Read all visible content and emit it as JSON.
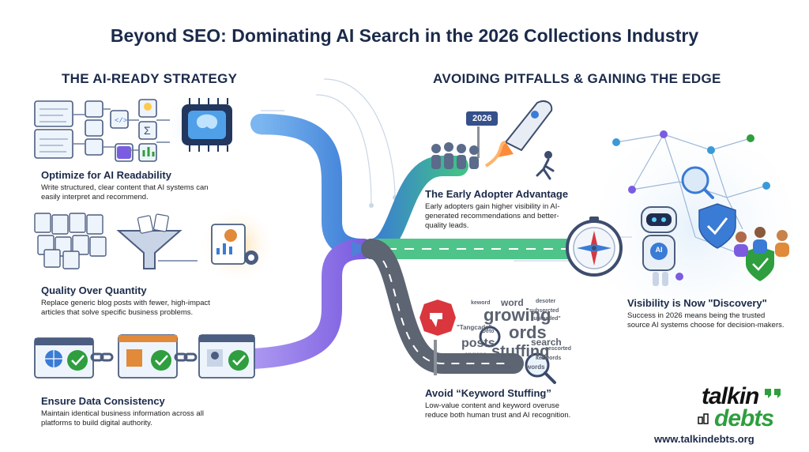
{
  "title": "Beyond SEO: Dominating AI Search in the 2026 Collections Industry",
  "left_heading": "THE AI-READY STRATEGY",
  "right_heading": "AVOIDING PITFALLS & GAINING THE EDGE",
  "strategies": [
    {
      "title": "Optimize for AI Readability",
      "body": "Write structured, clear content that AI systems can easily interpret and recommend."
    },
    {
      "title": "Quality Over Quantity",
      "body": "Replace generic blog posts with fewer, high-impact articles that solve specific business problems."
    },
    {
      "title": "Ensure Data Consistency",
      "body": "Maintain identical business information across all platforms to build digital authority."
    }
  ],
  "early": {
    "badge": "2026",
    "title": "The Early Adopter Advantage",
    "body": "Early adopters gain higher visibility in AI-generated recommendations and better-quality leads."
  },
  "discovery": {
    "title": "Visibility is Now \"Discovery\"",
    "body": "Success in 2026 means being the trusted source AI systems choose for decision-makers.",
    "robot_label": "AI"
  },
  "stuffing": {
    "title": "Avoid “Keyword Stuffing”",
    "body": "Low-value content and keyword overuse reduce both human trust and AI recognition."
  },
  "word_cloud": [
    "keword",
    "word",
    "desoter",
    "growing",
    "subsercted",
    "\"uploaded\"",
    "\"Tangcade\"",
    "Deto",
    "ords",
    "posts",
    "search",
    "engens",
    "stuffing",
    "araken",
    "words",
    "cescorted",
    "keswords"
  ],
  "logo": {
    "part1": "talkin",
    "part2": "debts"
  },
  "url": "www.talkindebts.org",
  "colors": {
    "navy": "#1b2a4a",
    "accent_blue": "#3a7bd5",
    "accent_purple": "#7b5ce0",
    "accent_green": "#2e9e3e",
    "road_gray": "#5d6472",
    "stop_red": "#d9363e"
  }
}
